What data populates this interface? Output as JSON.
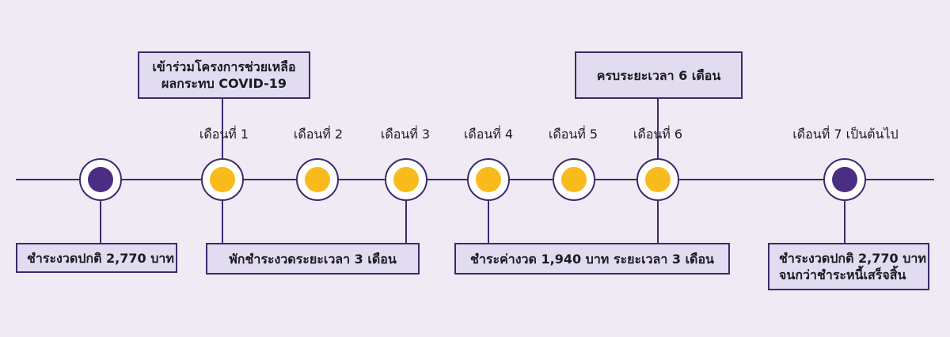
{
  "months": {
    "m1": "เดือนที่ 1",
    "m2": "เดือนที่ 2",
    "m3": "เดือนที่ 3",
    "m4": "เดือนที่ 4",
    "m5": "เดือนที่ 5",
    "m6": "เดือนที่ 6",
    "m7": "เดือนที่ 7 เป็นต้นไป"
  },
  "boxes": {
    "join_line1": "เข้าร่วมโครงการช่วยเหลือ",
    "join_line2": "ผลกระทบ COVID-19",
    "six_months": "ครบระยะเวลา 6 เดือน",
    "normal_pay": "ชำระงวดปกติ 2,770 บาท",
    "pause_pay": "พักชำระงวดระยะเวลา 3 เดือน",
    "interest_pay": "ชำระค่างวด 1,940 บาท ระยะเวลา 3 เดือน",
    "normal_until_line1": "ชำระงวดปกติ 2,770 บาท",
    "normal_until_line2": "จนกว่าชำระหนี้เสร็จสิ้น"
  },
  "colors": {
    "background": "#efeaf3",
    "line": "#3b2a6e",
    "box_fill": "#e2dcf0",
    "dot_purple": "#4b2d84",
    "dot_yellow": "#f9bb1b"
  }
}
